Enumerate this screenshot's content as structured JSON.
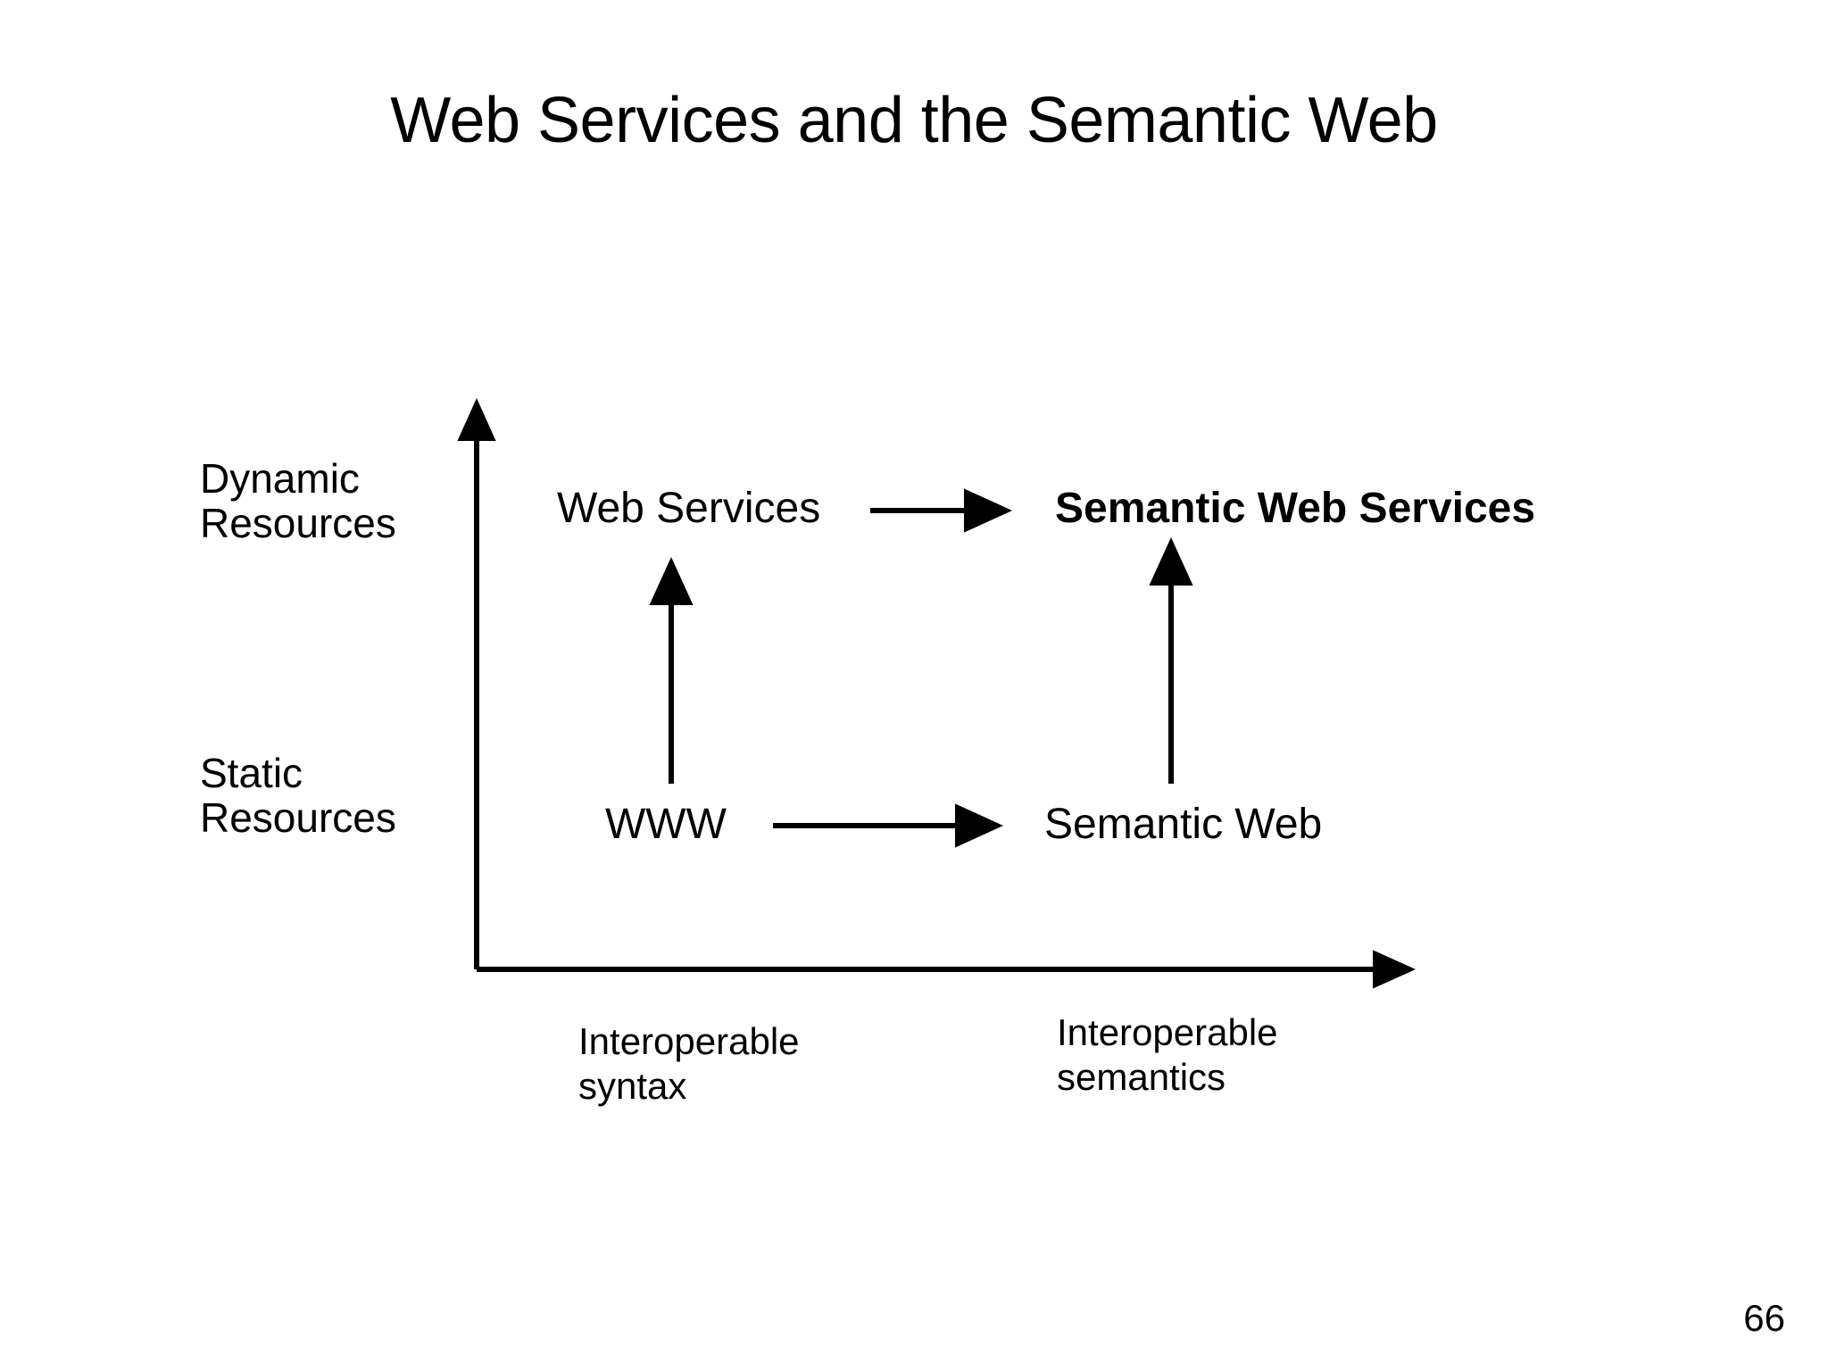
{
  "slide": {
    "title": "Web Services and the Semantic Web",
    "page_number": "66",
    "background_color": "#ffffff",
    "ink_color": "#000000"
  },
  "diagram": {
    "type": "2x2-quadrant-evolution-diagram",
    "y_axis": {
      "name": "resource-dynamism-axis",
      "direction": "upward",
      "levels": [
        {
          "key": "static",
          "label": "Static\nResources",
          "position": "lower"
        },
        {
          "key": "dynamic",
          "label": "Dynamic\nResources",
          "position": "upper"
        }
      ]
    },
    "x_axis": {
      "name": "interoperability-axis",
      "direction": "rightward",
      "levels": [
        {
          "key": "syntax",
          "label": "Interoperable\nsyntax",
          "position": "left"
        },
        {
          "key": "semantics",
          "label": "Interoperable\nsemantics",
          "position": "right"
        }
      ]
    },
    "nodes": [
      {
        "id": "www",
        "label": "WWW",
        "bold": false,
        "cell": {
          "x": "syntax",
          "y": "static"
        }
      },
      {
        "id": "semantic-web",
        "label": "Semantic Web",
        "bold": false,
        "cell": {
          "x": "semantics",
          "y": "static"
        }
      },
      {
        "id": "web-services",
        "label": "Web Services",
        "bold": false,
        "cell": {
          "x": "syntax",
          "y": "dynamic"
        }
      },
      {
        "id": "semantic-web-services",
        "label": "Semantic Web Services",
        "bold": true,
        "cell": {
          "x": "semantics",
          "y": "dynamic"
        }
      }
    ],
    "arrows": [
      {
        "id": "www-to-semantic-web",
        "from": "www",
        "to": "semantic-web",
        "orientation": "horizontal"
      },
      {
        "id": "web-services-to-semantic-web-services",
        "from": "web-services",
        "to": "semantic-web-services",
        "orientation": "horizontal"
      },
      {
        "id": "www-to-web-services",
        "from": "www",
        "to": "web-services",
        "orientation": "vertical"
      },
      {
        "id": "semantic-web-to-semantic-web-services",
        "from": "semantic-web",
        "to": "semantic-web-services",
        "orientation": "vertical"
      }
    ]
  }
}
